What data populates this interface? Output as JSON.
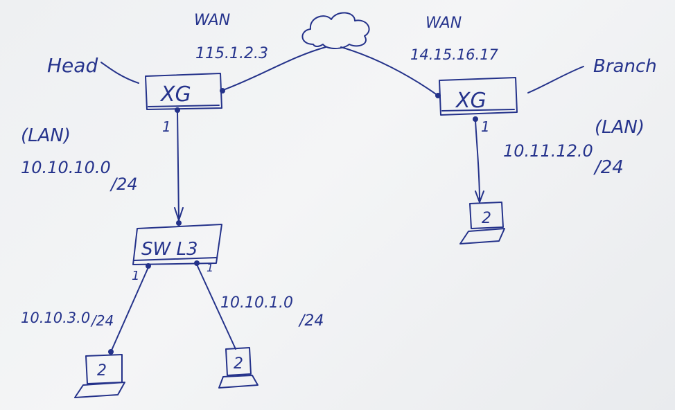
{
  "colors": {
    "ink": "#24328a",
    "paper": "#f2f3f5"
  },
  "icons": {
    "cloud": "cloud-icon",
    "laptop": "laptop-icon"
  },
  "diagram": {
    "wan_left_label": "WAN",
    "wan_right_label": "WAN",
    "head_ip": "115.1.2.3",
    "branch_ip": "14.15.16.17",
    "head_label": "Head",
    "branch_label": "Branch",
    "head_device": "XG",
    "branch_device": "XG",
    "head_lan": "(LAN)",
    "head_subnet": "10.10.10.0",
    "head_mask": "/24",
    "branch_lan": "(LAN)",
    "branch_subnet": "10.11.12.0",
    "branch_mask": "/24",
    "head_port": "1",
    "branch_port": "1",
    "switch": "SW L3",
    "switch_port_left": "1",
    "switch_port_right": "1",
    "sub_left": "10.10.3.0",
    "sub_left_mask": "/24",
    "sub_right": "10.10.1.0",
    "sub_right_mask": "/24",
    "laptop_left": "2",
    "laptop_mid": "2",
    "laptop_right": "2"
  }
}
